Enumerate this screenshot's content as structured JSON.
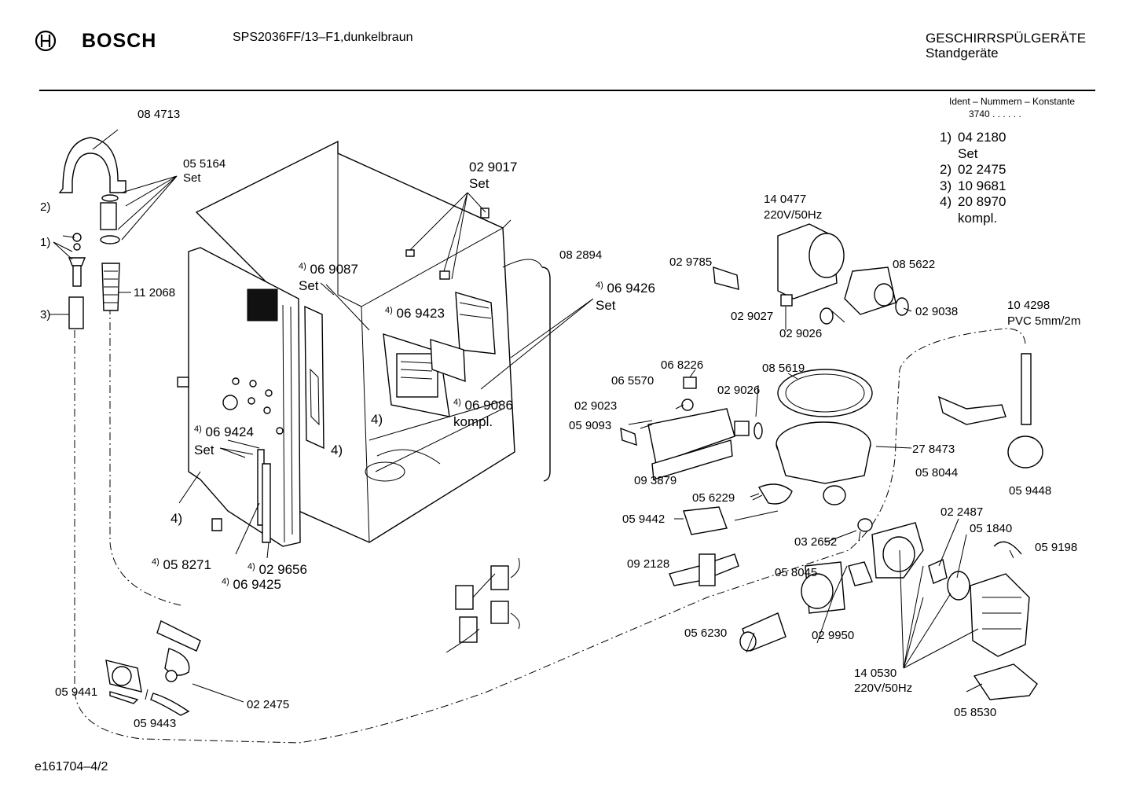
{
  "header": {
    "brand": "BOSCH",
    "model": "SPS2036FF/13–F1,dunkelbraun",
    "category": "GESCHIRRSPÜLGERÄTE",
    "subcategory": "Standgeräte"
  },
  "ident": {
    "title": "Ident – Nummern – Konstante",
    "constant": "3740 . .  . . . .",
    "notes": [
      {
        "key": "1)",
        "number": "04 2180",
        "extra": "Set"
      },
      {
        "key": "2)",
        "number": "02 2475",
        "extra": ""
      },
      {
        "key": "3)",
        "number": "10 9681",
        "extra": ""
      },
      {
        "key": "4)",
        "number": "20 8970",
        "extra": "kompl."
      }
    ]
  },
  "labels": {
    "l084713": "08 4713",
    "l055164": "05 5164",
    "l055164set": "Set",
    "m2": "2)",
    "m1": "1)",
    "m3": "3)",
    "l112068": "11 2068",
    "l029017": "02 9017",
    "l029017set": "Set",
    "l082894": "08 2894",
    "l069087": "06 9087",
    "l069087set": "Set",
    "l069426": "06 9426",
    "l069426set": "Set",
    "l069423": "06 9423",
    "l069086": "06 9086",
    "l069086k": "kompl.",
    "m4a": "4)",
    "m4b": "4)",
    "m4c": "4)",
    "l069424": "06 9424",
    "l069424set": "Set",
    "l058271": "05 8271",
    "l029656": "02 9656",
    "l069425": "06 9425",
    "sup4": "4)",
    "l140477": "14 0477",
    "l140477v": "220V/50Hz",
    "l029785": "02 9785",
    "l085622": "08 5622",
    "l029027": "02 9027",
    "l029038": "02 9038",
    "l029026a": "02 9026",
    "l104298": "10 4298",
    "l104298v": "PVC 5mm/2m",
    "l068226": "06 8226",
    "l065570": "06 5570",
    "l085619": "08 5619",
    "l029026b": "02 9026",
    "l029023": "02 9023",
    "l059093": "05 9093",
    "l278473": "27 8473",
    "l093879": "09 3879",
    "l058044": "05 8044",
    "l059448": "05 9448",
    "l056229": "05 6229",
    "l059442": "05 9442",
    "l022487": "02 2487",
    "l051840": "05 1840",
    "l032652": "03 2652",
    "l059198": "05 9198",
    "l092128": "09 2128",
    "l058045": "05 8045",
    "l029950": "02 9950",
    "l056230": "05 6230",
    "l140530": "14 0530",
    "l140530v": "220V/50Hz",
    "l058530": "05 8530",
    "l059441": "05 9441",
    "l022475": "02 2475",
    "l059443": "05 9443"
  },
  "footer": {
    "doc_id": "e161704–4/2"
  }
}
